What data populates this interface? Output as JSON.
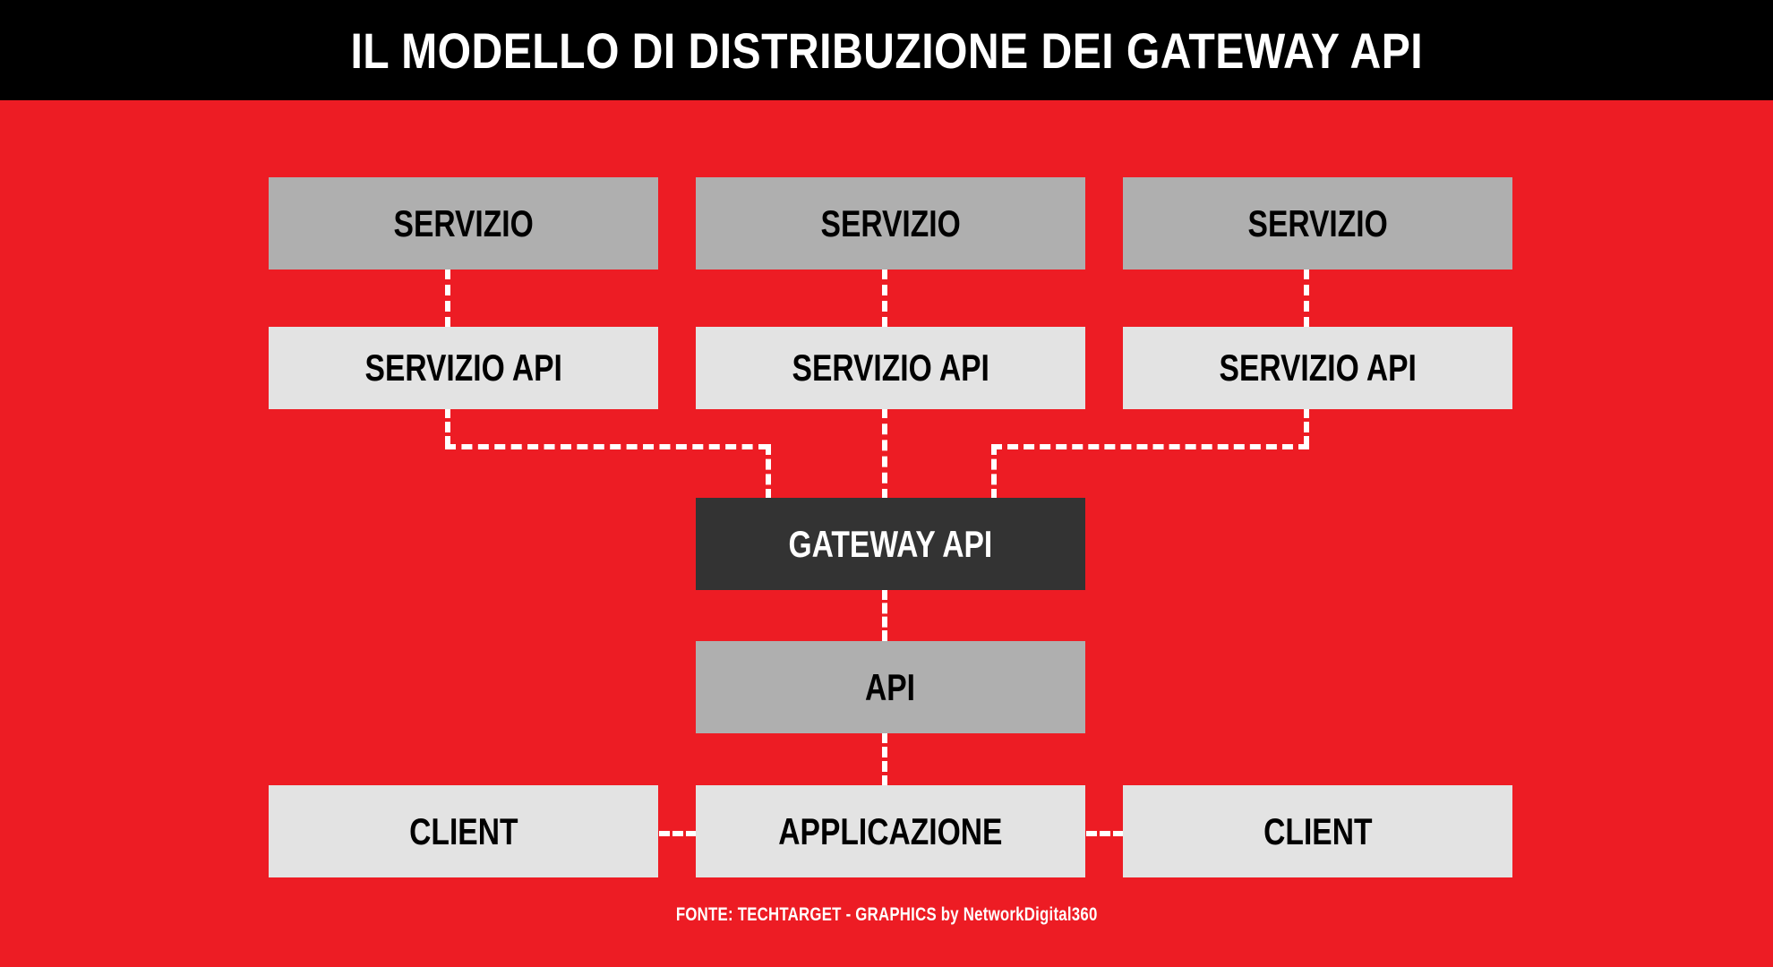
{
  "header": {
    "title": "IL MODELLO DI DISTRIBUZIONE DEI GATEWAY API",
    "background_color": "#000000",
    "text_color": "#FFFFFF"
  },
  "canvas": {
    "background_color": "#ED1C24",
    "connector_color": "#FFFFFF",
    "connector_style": "dashed"
  },
  "diagram": {
    "type": "flow-diagram",
    "layers": [
      {
        "name": "services",
        "nodes": [
          {
            "label": "SERVIZIO",
            "fill": "#AFAFAF",
            "text_color": "#000000"
          },
          {
            "label": "SERVIZIO",
            "fill": "#AFAFAF",
            "text_color": "#000000"
          },
          {
            "label": "SERVIZIO",
            "fill": "#AFAFAF",
            "text_color": "#000000"
          }
        ]
      },
      {
        "name": "service-apis",
        "nodes": [
          {
            "label": "SERVIZIO API",
            "fill": "#E3E3E3",
            "text_color": "#000000"
          },
          {
            "label": "SERVIZIO API",
            "fill": "#E3E3E3",
            "text_color": "#000000"
          },
          {
            "label": "SERVIZIO API",
            "fill": "#E3E3E3",
            "text_color": "#000000"
          }
        ]
      },
      {
        "name": "gateway",
        "nodes": [
          {
            "label": "GATEWAY API",
            "fill": "#333333",
            "text_color": "#FFFFFF"
          }
        ]
      },
      {
        "name": "api",
        "nodes": [
          {
            "label": "API",
            "fill": "#AFAFAF",
            "text_color": "#000000"
          }
        ]
      },
      {
        "name": "clients",
        "nodes": [
          {
            "label": "CLIENT",
            "fill": "#E3E3E3",
            "text_color": "#000000"
          },
          {
            "label": "APPLICAZIONE",
            "fill": "#E3E3E3",
            "text_color": "#000000"
          },
          {
            "label": "CLIENT",
            "fill": "#E3E3E3",
            "text_color": "#000000"
          }
        ]
      }
    ],
    "edges": [
      {
        "from": "SERVIZIO 1",
        "to": "SERVIZIO API 1",
        "style": "dashed-vertical"
      },
      {
        "from": "SERVIZIO 2",
        "to": "SERVIZIO API 2",
        "style": "dashed-vertical"
      },
      {
        "from": "SERVIZIO 3",
        "to": "SERVIZIO API 3",
        "style": "dashed-vertical"
      },
      {
        "from": "SERVIZIO API 1",
        "to": "GATEWAY API",
        "style": "dashed-elbow"
      },
      {
        "from": "SERVIZIO API 2",
        "to": "GATEWAY API",
        "style": "dashed-vertical"
      },
      {
        "from": "SERVIZIO API 3",
        "to": "GATEWAY API",
        "style": "dashed-elbow"
      },
      {
        "from": "GATEWAY API",
        "to": "API",
        "style": "dashed-vertical"
      },
      {
        "from": "API",
        "to": "APPLICAZIONE",
        "style": "dashed-vertical"
      },
      {
        "from": "CLIENT 1",
        "to": "APPLICAZIONE",
        "style": "dashed-horizontal"
      },
      {
        "from": "APPLICAZIONE",
        "to": "CLIENT 2",
        "style": "dashed-horizontal"
      }
    ]
  },
  "footer": {
    "credit": "FONTE: TECHTARGET - GRAPHICS by NetworkDigital360"
  }
}
